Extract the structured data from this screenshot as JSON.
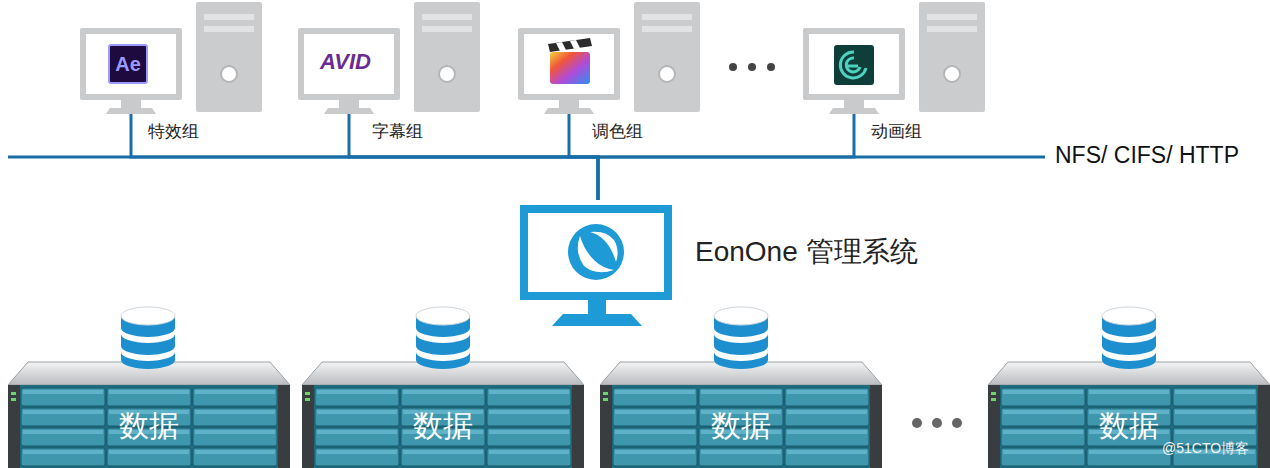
{
  "diagram": {
    "nodes": [
      {
        "text": [
          "特效组"
        ]
      },
      {
        "text": [
          "Ae"
        ],
        "in": 0
      },
      {
        "text": [
          "字幕组"
        ]
      },
      {
        "text": [
          "调色组"
        ]
      },
      {
        "text": [
          "动画组"
        ]
      },
      {
        "text": [
          "EonOne 管理系统"
        ]
      },
      {
        "text": [
          "数据"
        ]
      },
      {
        "text": [
          "数据"
        ]
      },
      {
        "text": [
          "数据"
        ]
      },
      {
        "text": [
          "数据"
        ]
      }
    ],
    "edges": [
      {
        "from": 0,
        "to": 5,
        "arrow": "none"
      },
      {
        "from": 2,
        "to": 5,
        "arrow": "none"
      },
      {
        "from": 3,
        "to": 5,
        "arrow": "none"
      },
      {
        "from": 4,
        "to": 5,
        "arrow": "none"
      }
    ],
    "labels": [
      "AVID",
      "NFS/ CIFS/ HTTP",
      "@51CTO博客"
    ]
  }
}
